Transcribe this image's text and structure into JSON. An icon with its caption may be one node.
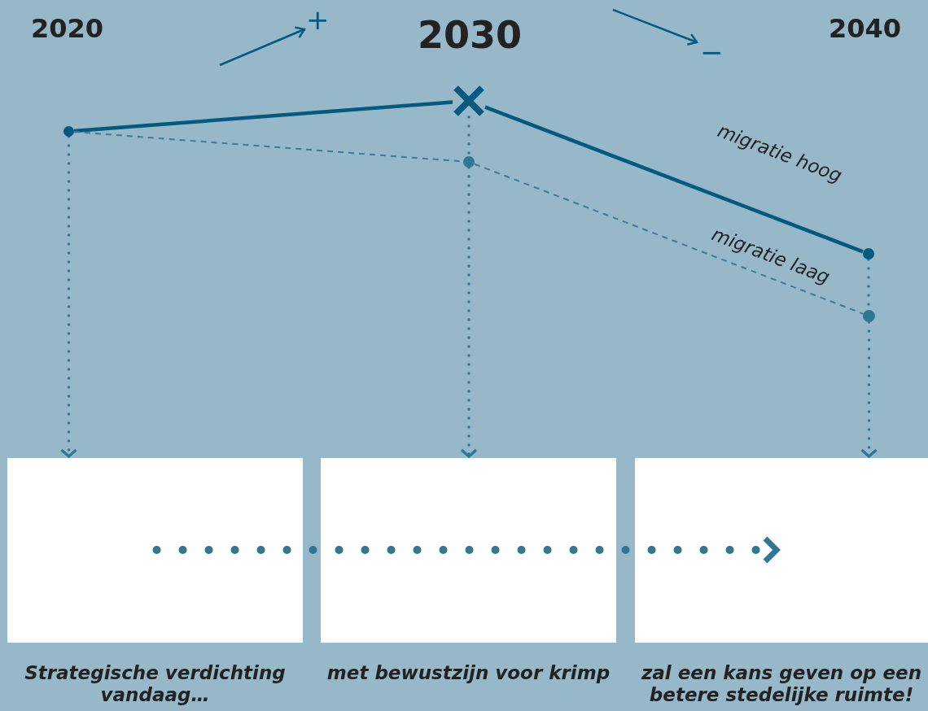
{
  "diagram": {
    "nodes": [
      {
        "text": [],
        "shape": "circle"
      },
      {
        "text": [],
        "shape": "cross"
      },
      {
        "text": [],
        "shape": "circle"
      },
      {
        "text": [],
        "shape": "circle"
      },
      {
        "text": [],
        "shape": "circle"
      },
      {
        "text": [],
        "shape": "box",
        "beside": [
          "Strategische verdichting vandaag…"
        ]
      },
      {
        "text": [],
        "shape": "box",
        "beside": [
          "met bewustzijn voor krimp"
        ]
      },
      {
        "text": [],
        "shape": "box",
        "beside": [
          "zal een kans geven op een betere stedelijke ruimte!"
        ]
      }
    ],
    "edges": [
      {
        "from": 0,
        "to": 1,
        "arrow": "none"
      },
      {
        "from": 1,
        "to": 3,
        "arrow": "none",
        "label": "migratie hoog"
      },
      {
        "from": 0,
        "to": 2,
        "arrow": "none",
        "style": "dashed",
        "color": "#3a7c99"
      },
      {
        "from": 2,
        "to": 4,
        "arrow": "none",
        "style": "dashed",
        "color": "#3a7c99",
        "label": "migratie laag"
      },
      {
        "from": 0,
        "to": 5,
        "arrow": "to",
        "style": "dashed",
        "color": "#2e7896"
      },
      {
        "from": 1,
        "to": 2,
        "arrow": "none",
        "style": "dashed",
        "color": "#2e7896"
      },
      {
        "from": 2,
        "to": 6,
        "arrow": "to",
        "style": "dashed",
        "color": "#2e7896"
      },
      {
        "from": 3,
        "to": 4,
        "arrow": "none",
        "style": "dashed",
        "color": "#2e7896"
      },
      {
        "from": 4,
        "to": 7,
        "arrow": "to",
        "style": "dashed",
        "color": "#2e7896"
      },
      {
        "from": 5,
        "to": 6,
        "arrow": "none",
        "style": "dashed",
        "color": "#2e7896"
      },
      {
        "from": 6,
        "to": 7,
        "arrow": "to",
        "style": "dashed",
        "color": "#2e7896"
      }
    ],
    "labels": [
      "2020",
      "+",
      "2030",
      "−",
      "2040"
    ]
  }
}
